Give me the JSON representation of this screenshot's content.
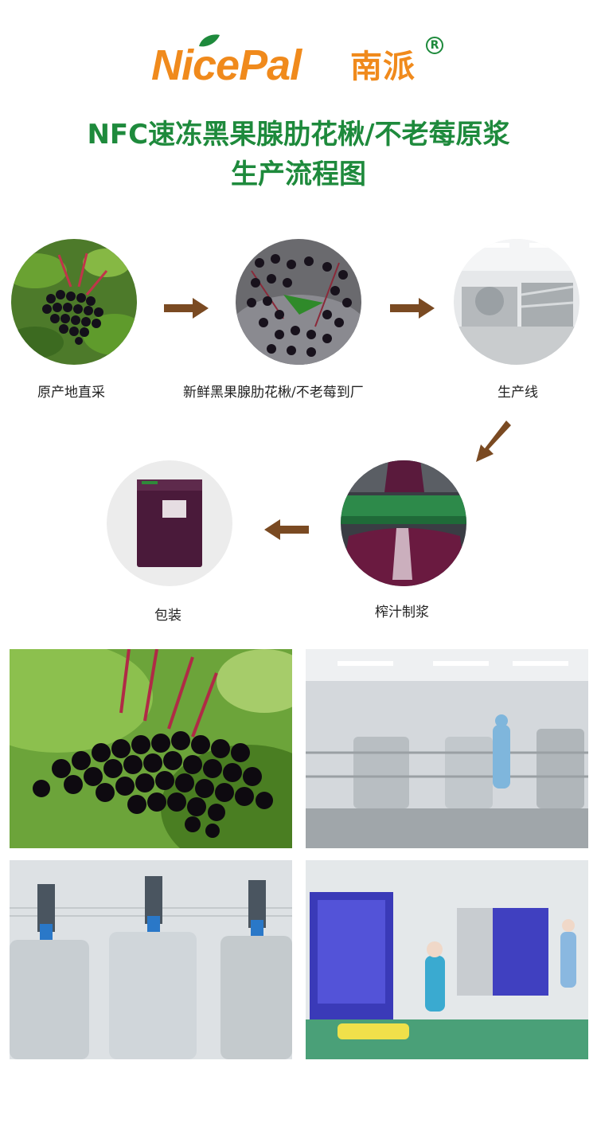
{
  "brand": {
    "logo_latin_1": "Nice",
    "logo_latin_2": "Pal",
    "logo_chinese": "南派",
    "registered_mark": "R"
  },
  "title": {
    "line1": "NFC速冻黑果腺肋花楸/不老莓原浆",
    "line2": "生产流程图"
  },
  "steps": [
    {
      "label": "原产地直采",
      "icon": "berry-cluster-photo"
    },
    {
      "label": "新鲜黑果腺肋花楸/不老莓到厂",
      "icon": "fresh-berries-photo"
    },
    {
      "label": "生产线",
      "icon": "production-line-photo"
    },
    {
      "label": "榨汁制浆",
      "icon": "juicing-photo"
    },
    {
      "label": "包装",
      "icon": "package-photo"
    }
  ],
  "colors": {
    "brand_orange": "#f08a1c",
    "brand_green": "#1e8a3c",
    "arrow_brown": "#7a4a22"
  }
}
